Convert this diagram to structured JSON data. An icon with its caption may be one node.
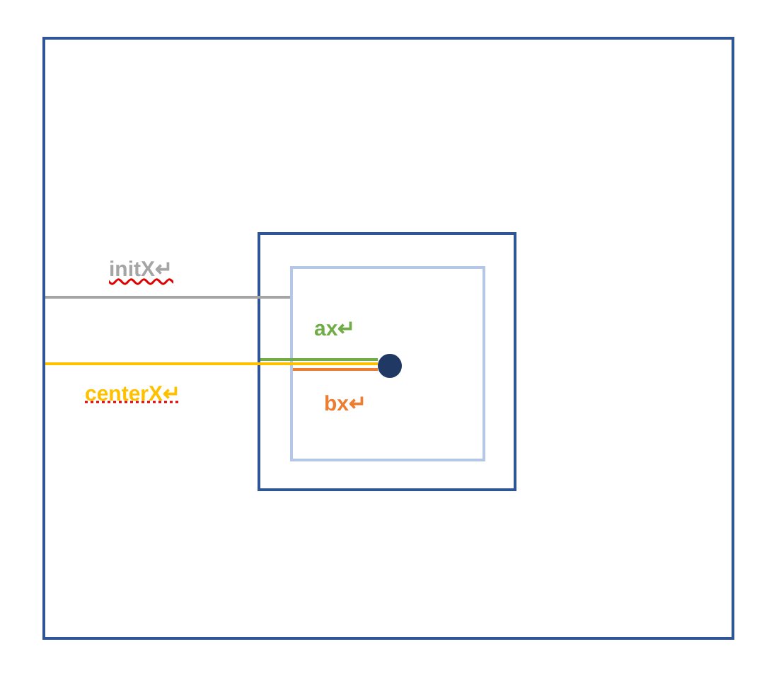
{
  "diagram": {
    "nodes": [
      {
        "text": [],
        "shape": "box"
      },
      {
        "text": [],
        "shape": "box",
        "in": 0
      },
      {
        "text": [],
        "shape": "box",
        "in": 1
      },
      {
        "text": [],
        "shape": "circle",
        "in": 2
      }
    ],
    "edges": [
      {
        "from": 0,
        "to": 2,
        "arrow": "none",
        "label": "initX↵",
        "color": "#a5a5a5"
      },
      {
        "from": 1,
        "to": 3,
        "arrow": "none",
        "label": "ax↵",
        "color": "#70ad47"
      },
      {
        "from": 0,
        "to": 3,
        "arrow": "none",
        "label": "centerX↵",
        "color": "#ffc000"
      },
      {
        "from": 2,
        "to": 3,
        "arrow": "none",
        "label": "bx↵",
        "color": "#ed7d31"
      }
    ]
  }
}
